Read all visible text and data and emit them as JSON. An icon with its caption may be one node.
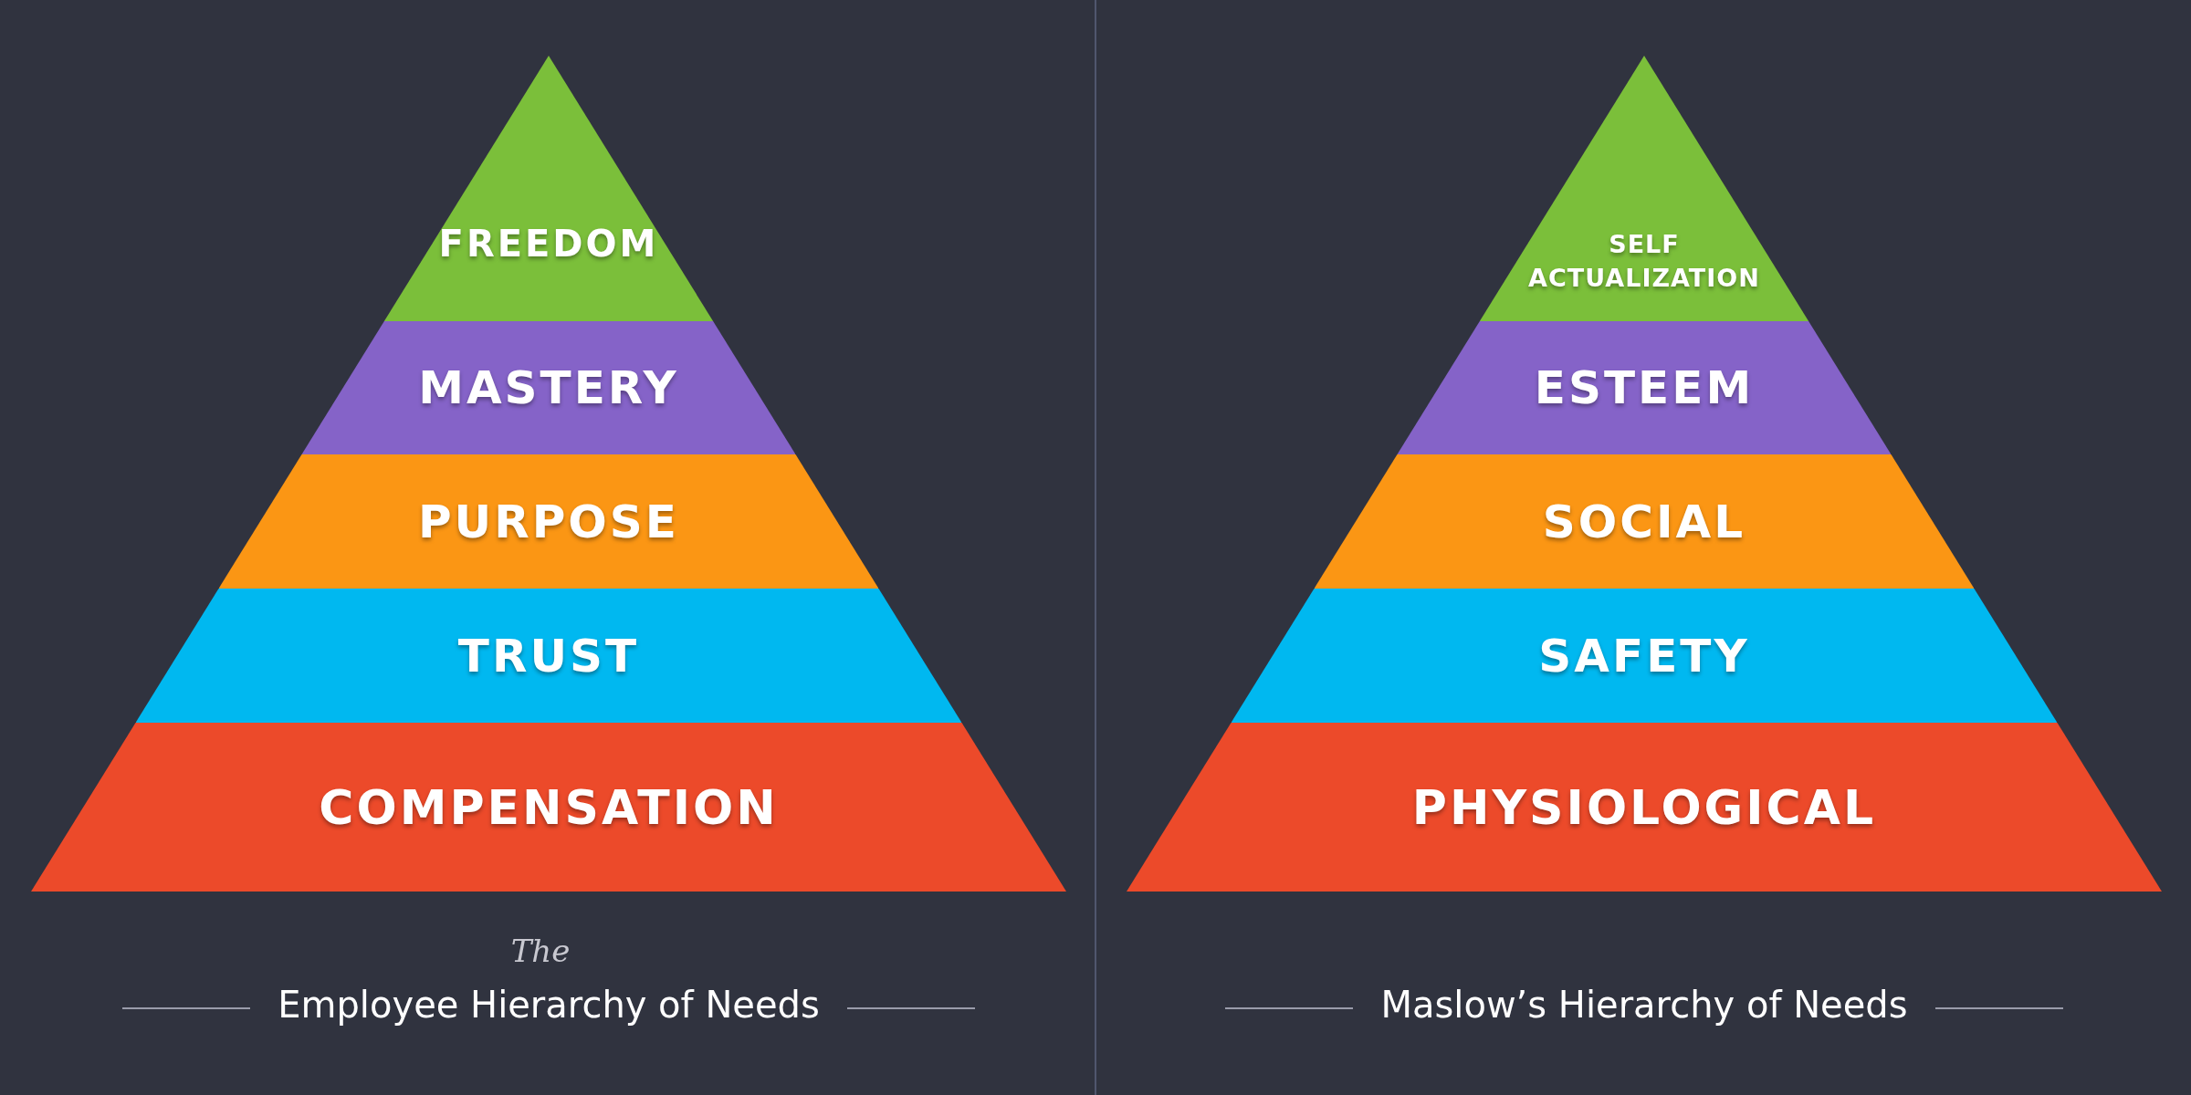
{
  "diagram": {
    "nodes": [
      {
        "text": [
          "FREEDOM"
        ]
      },
      {
        "text": [
          "MASTERY"
        ]
      },
      {
        "text": [
          "PURPOSE"
        ]
      },
      {
        "text": [
          "TRUST"
        ]
      },
      {
        "text": [
          "COMPENSATION"
        ]
      },
      {
        "text": [
          "SELF ACTUALIZATION"
        ]
      },
      {
        "text": [
          "ESTEEM"
        ]
      },
      {
        "text": [
          "SOCIAL"
        ]
      },
      {
        "text": [
          "SAFETY"
        ]
      },
      {
        "text": [
          "PHYSIOLOGICAL"
        ]
      }
    ],
    "edges": [],
    "labels": [
      "The",
      "Employee Hierarchy of Needs",
      "Maslow’s Hierarchy of Needs"
    ]
  }
}
